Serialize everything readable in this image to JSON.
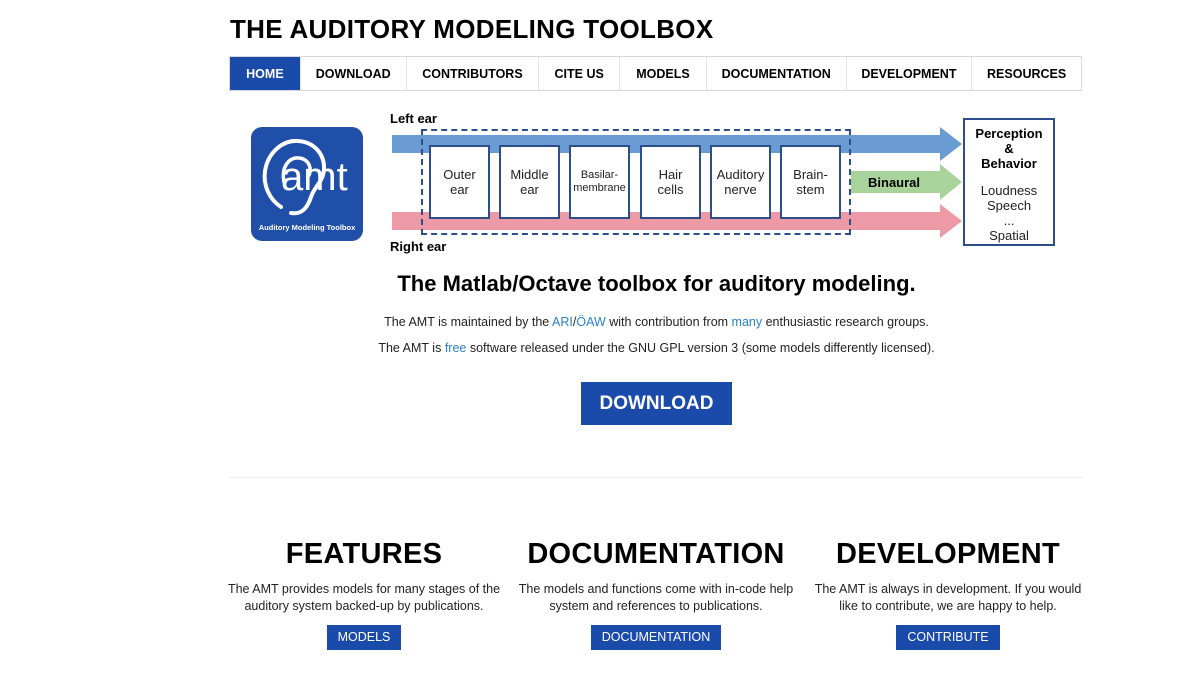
{
  "site_title": "THE AUDITORY MODELING TOOLBOX",
  "nav": {
    "items": [
      {
        "label": "HOME"
      },
      {
        "label": "DOWNLOAD"
      },
      {
        "label": "CONTRIBUTORS"
      },
      {
        "label": "CITE US"
      },
      {
        "label": "MODELS"
      },
      {
        "label": "DOCUMENTATION"
      },
      {
        "label": "DEVELOPMENT"
      },
      {
        "label": "RESOURCES"
      }
    ]
  },
  "logo": {
    "letters": "amt",
    "caption": "Auditory Modeling Toolbox",
    "color": "#1f4fa8"
  },
  "diagram": {
    "left_ear": "Left ear",
    "right_ear": "Right ear",
    "stages": [
      {
        "line1": "Outer",
        "line2": "ear"
      },
      {
        "line1": "Middle",
        "line2": "ear"
      },
      {
        "line1": "Basilar-",
        "line2": "membrane"
      },
      {
        "line1": "Hair",
        "line2": "cells"
      },
      {
        "line1": "Auditory",
        "line2": "nerve"
      },
      {
        "line1": "Brain-",
        "line2": "stem"
      }
    ],
    "binaural": "Binaural",
    "perception": {
      "line1": "Perception",
      "line2": "&",
      "line3": "Behavior",
      "items": [
        "Loudness",
        "Speech",
        "...",
        "Spatial"
      ]
    },
    "colors": {
      "left": "#6a9bd3",
      "binaural": "#a8d39a",
      "right": "#ee9aa6",
      "box": "#2c4f8c"
    }
  },
  "tagline": "The Matlab/Octave toolbox for auditory modeling.",
  "info": {
    "line1": {
      "pre": "The AMT is maintained by the ",
      "link1": "ARI",
      "sep": "/",
      "link2": "ÖAW",
      "mid": " with contribution from ",
      "link3": "many",
      "post": " enthusiastic research groups."
    },
    "line2": {
      "pre": "The AMT is ",
      "link": "free",
      "post": " software released under the GNU GPL version 3 (some models differently licensed)."
    }
  },
  "download_button": "DOWNLOAD",
  "columns": [
    {
      "title": "FEATURES",
      "text1": "The AMT provides models for many stages of the",
      "text2": "auditory system backed-up by publications.",
      "button": "MODELS"
    },
    {
      "title": "DOCUMENTATION",
      "text1": "The models and functions come with in-code help",
      "text2": "system and references to publications.",
      "button": "DOCUMENTATION"
    },
    {
      "title": "DEVELOPMENT",
      "text1": "The AMT is always in development. If you would",
      "text2": "like to contribute, we are happy to help.",
      "button": "CONTRIBUTE"
    }
  ],
  "accent_color": "#1a4aaa",
  "link_color": "#2a82c9"
}
